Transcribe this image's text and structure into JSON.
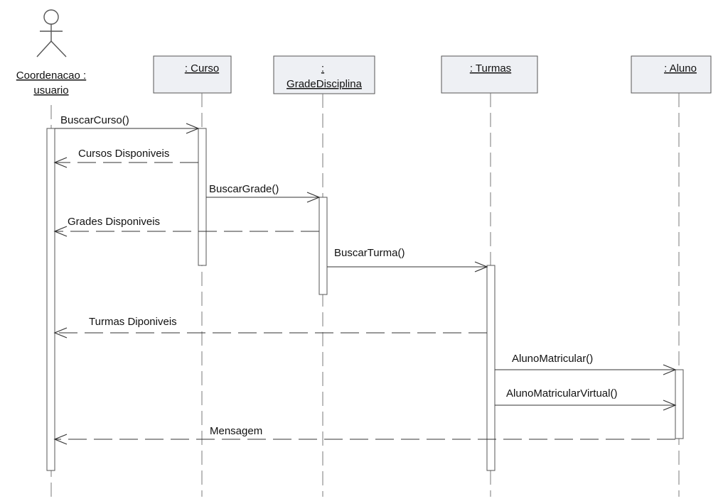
{
  "actor": {
    "name_line1": "Coordenacao :",
    "name_line2": "usuario"
  },
  "objects": [
    {
      "id": "curso",
      "label": ": Curso"
    },
    {
      "id": "grade",
      "label_line1": ":",
      "label_line2": "GradeDisciplina"
    },
    {
      "id": "turmas",
      "label": ": Turmas"
    },
    {
      "id": "aluno",
      "label": ": Aluno"
    }
  ],
  "messages": [
    {
      "label": "BuscarCurso()",
      "from": "actor",
      "to": "curso",
      "kind": "call"
    },
    {
      "label": "Cursos Disponiveis",
      "from": "curso",
      "to": "actor",
      "kind": "return"
    },
    {
      "label": "BuscarGrade()",
      "from": "curso",
      "to": "grade",
      "kind": "call"
    },
    {
      "label": "Grades Disponiveis",
      "from": "grade",
      "to": "actor",
      "kind": "return"
    },
    {
      "label": "BuscarTurma()",
      "from": "grade",
      "to": "turmas",
      "kind": "call"
    },
    {
      "label": "Turmas Diponiveis",
      "from": "turmas",
      "to": "actor",
      "kind": "return"
    },
    {
      "label": "AlunoMatricular()",
      "from": "turmas",
      "to": "aluno",
      "kind": "call"
    },
    {
      "label": "AlunoMatricularVirtual()",
      "from": "turmas",
      "to": "aluno",
      "kind": "call"
    },
    {
      "label": "Mensagem",
      "from": "aluno",
      "to": "actor",
      "kind": "return"
    }
  ]
}
